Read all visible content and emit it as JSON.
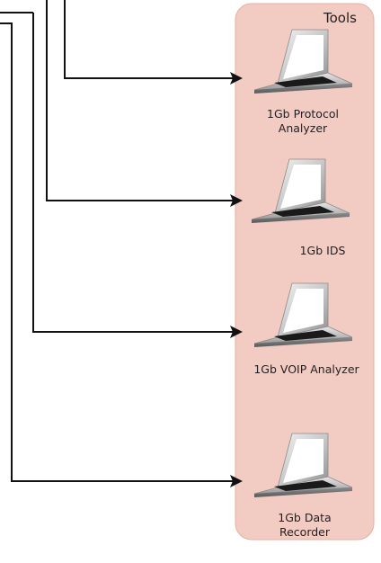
{
  "panel": {
    "title": "Tools",
    "fill_color": "#f2cbc2",
    "stroke_color": "#e7b0a3"
  },
  "connector_color": "#111111",
  "tools": [
    {
      "icon": "laptop-icon",
      "label_lines": [
        "1Gb Protocol",
        "Analyzer"
      ]
    },
    {
      "icon": "laptop-icon",
      "label_lines": [
        "1Gb IDS"
      ]
    },
    {
      "icon": "laptop-icon",
      "label_lines": [
        "1Gb VOIP Analyzer"
      ]
    },
    {
      "icon": "laptop-icon",
      "label_lines": [
        "1Gb Data",
        "Recorder"
      ]
    }
  ]
}
